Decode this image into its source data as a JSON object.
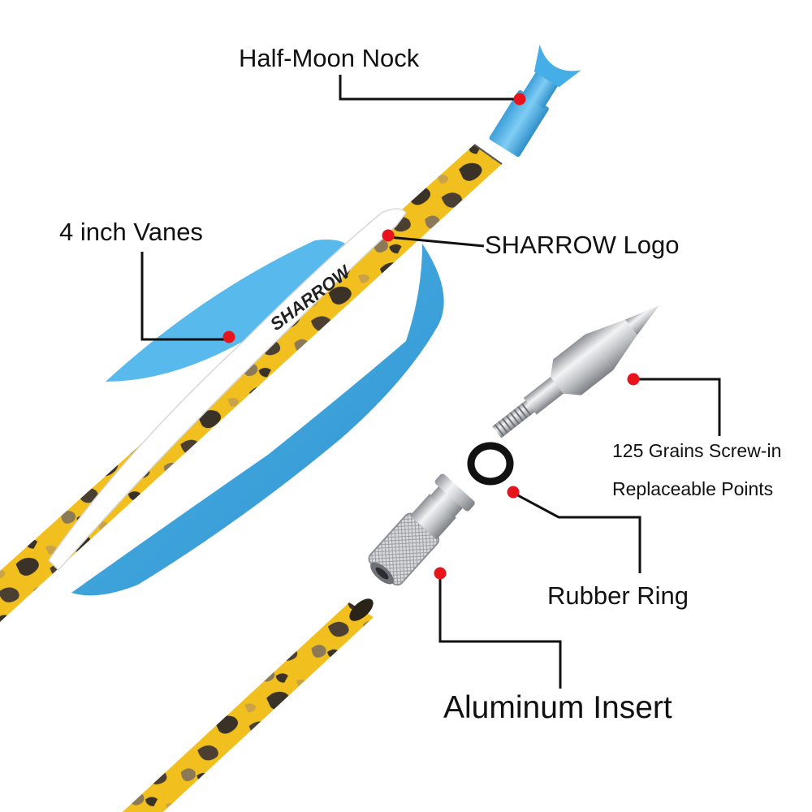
{
  "labels": {
    "half_moon_nock": "Half-Moon Nock",
    "vanes": "4 inch Vanes",
    "logo": "SHARROW Logo",
    "points_line1": "125 Grains Screw-in",
    "points_line2": "Replaceable Points",
    "rubber_ring": "Rubber Ring",
    "aluminum_insert": "Aluminum Insert"
  },
  "vane_print": "SHARROW",
  "colors": {
    "camo_yellow": "#f2c01e",
    "camo_dark": "#3a3226",
    "vane_blue": "#3ea6dd",
    "nock_blue": "#4fb4ec",
    "marker_red": "#e8141c",
    "leader_line": "#111111",
    "metal": "#c8cacc"
  }
}
